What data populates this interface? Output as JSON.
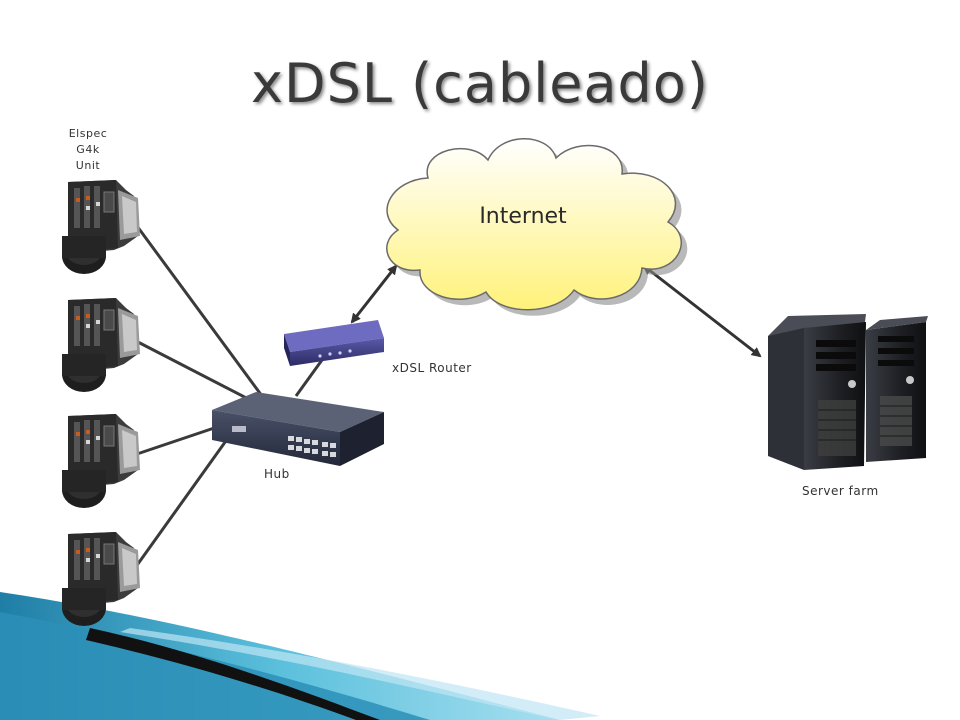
{
  "slide": {
    "title": "xDSL (cableado)"
  },
  "diagram": {
    "cloud_label": "Internet",
    "router_label": "xDSL Router",
    "hub_label": "Hub",
    "server_label": "Server farm",
    "unit_label_line1": "Elspec G4k",
    "unit_label_line2": "Unit"
  },
  "colors": {
    "cloud_fill_top": "#ffffff",
    "cloud_fill_bottom": "#fff27a",
    "router_body": "#3b3a78",
    "hub_body": "#2f3444",
    "server_body": "#1f2125",
    "accent_teal": "#3aa6c8",
    "connector": "#333333"
  }
}
